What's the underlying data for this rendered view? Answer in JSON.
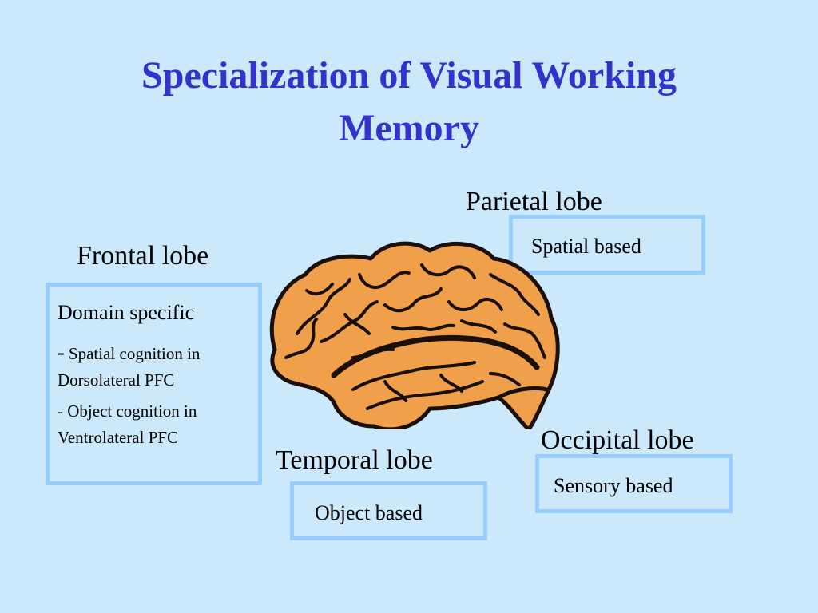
{
  "slide": {
    "title_line1": "Specialization of Visual Working",
    "title_line2": "Memory"
  },
  "regions": {
    "frontal": {
      "label": "Frontal lobe",
      "heading": "Domain specific",
      "items": [
        {
          "dash": "-",
          "line1": "Spatial cognition in",
          "line2": "Dorsolateral PFC"
        },
        {
          "dash": "-",
          "line1": "Object cognition in",
          "line2": "Ventrolateral PFC"
        }
      ]
    },
    "parietal": {
      "label": "Parietal lobe",
      "box_text": "Spatial based"
    },
    "temporal": {
      "label": "Temporal lobe",
      "box_text": "Object based"
    },
    "occipital": {
      "label": "Occipital lobe",
      "box_text": "Sensory based"
    }
  },
  "brain": {
    "icon": "brain-icon",
    "fill": "#f0a04b",
    "outline": "#1a1009"
  },
  "colors": {
    "background": "#cce9fb",
    "title": "#3333cc",
    "box_border": "#99ccff"
  }
}
